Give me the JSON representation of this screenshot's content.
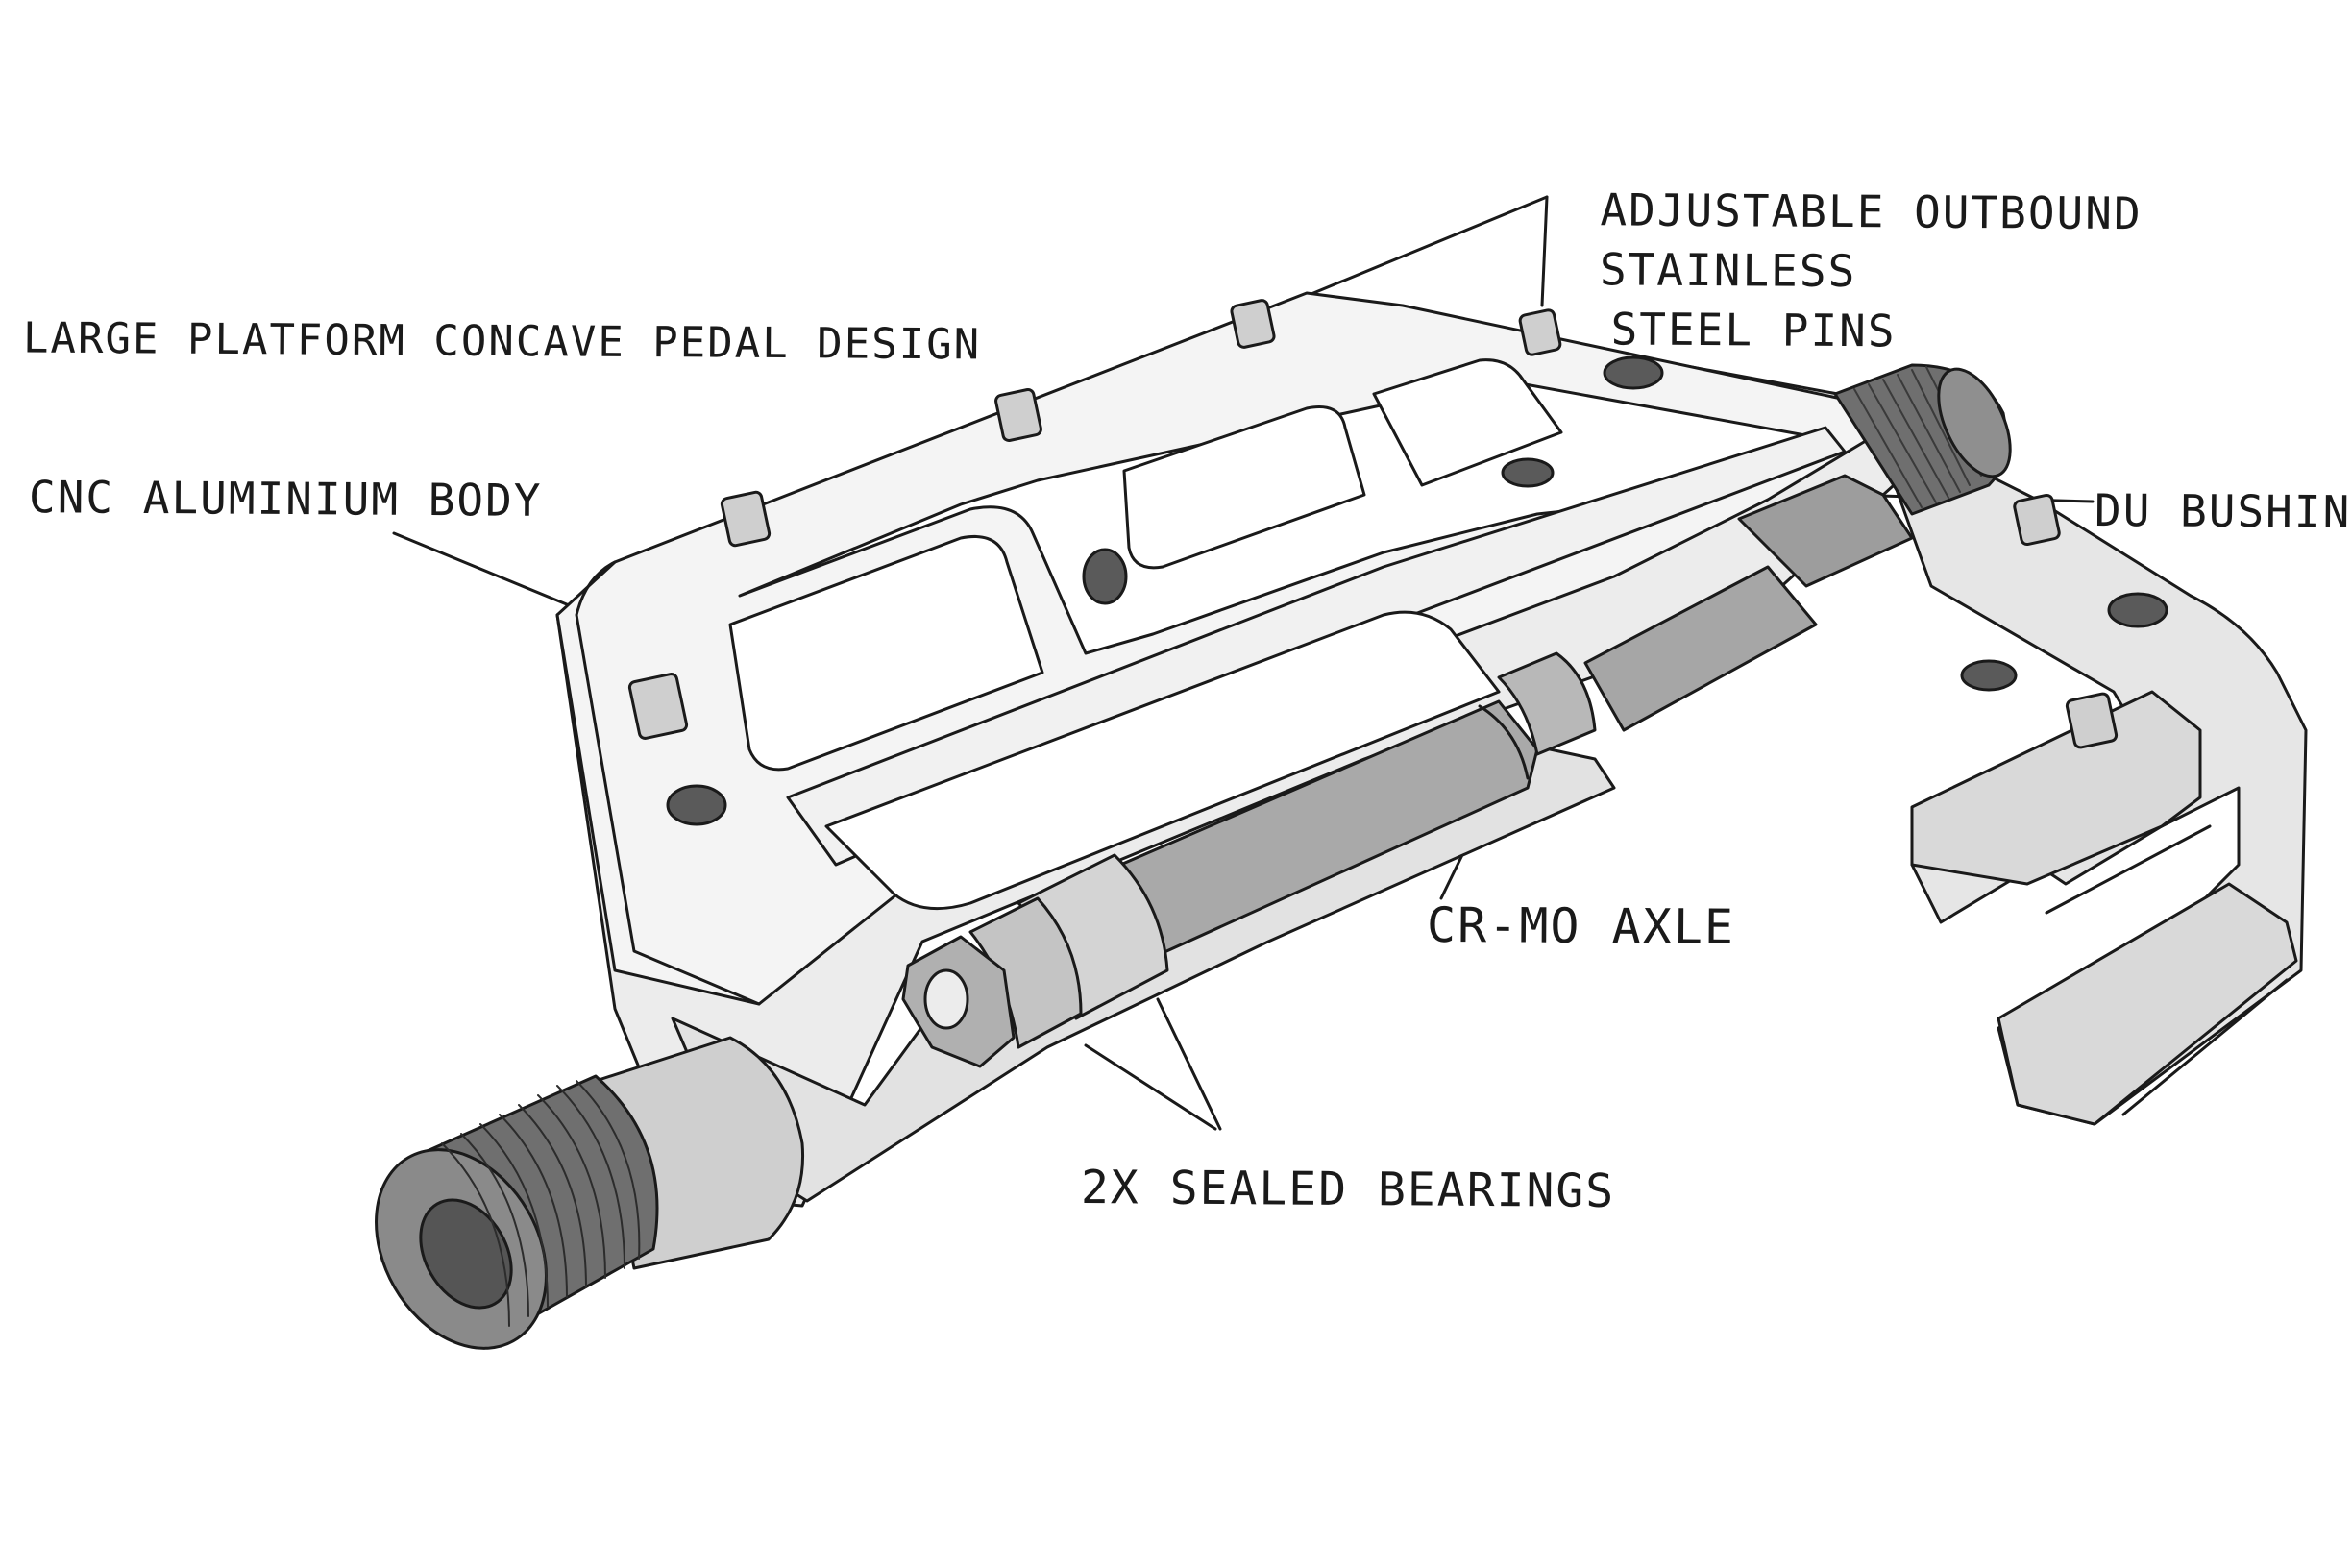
{
  "callouts": {
    "platform": "Large platform concave pedal design",
    "body": "CNC Aluminium Body",
    "pins_line1": "Adjustable outbound stainless",
    "pins_line2": "steel pins",
    "bushing": "DU Bushing",
    "axle": "CR-MO AXLE",
    "bearings": "2x Sealed Bearings"
  },
  "colors": {
    "background": "#ffffff",
    "outline": "#1a1a1a",
    "body_light": "#ececec",
    "body_mid": "#d4d4d4",
    "axle": "#a9a9a9",
    "thread_dark": "#6f6f6f",
    "hole": "#5a5a5a"
  }
}
